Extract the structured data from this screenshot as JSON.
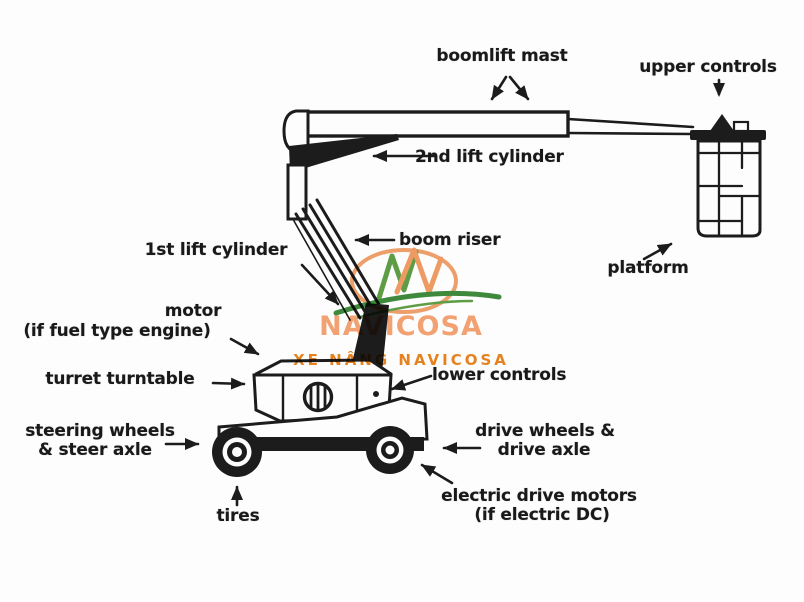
{
  "diagram": {
    "subject": "articulating boom lift parts",
    "labels": {
      "boomlift_mast": "boomlift mast",
      "upper_controls": "upper controls",
      "second_lift_cylinder": "2nd lift cylinder",
      "boom_riser": "boom riser",
      "first_lift_cylinder": "1st lift cylinder",
      "platform": "platform",
      "motor": "motor",
      "motor_note": "(if fuel type engine)",
      "turret_turntable": "turret turntable",
      "lower_controls": "lower controls",
      "steering_wheels": "steering wheels",
      "steer_axle": "& steer axle",
      "tires": "tires",
      "drive_wheels": "drive wheels &",
      "drive_axle": "drive axle",
      "electric_drive_motors": "electric drive motors",
      "electric_note": "(if electric DC)"
    },
    "colors": {
      "line_ink": "#1c1c1c",
      "background": "#fdfdfd"
    }
  },
  "watermark": {
    "name": "NAVICOSA",
    "tagline": "XE NÂNG NAVICOSA",
    "colors": {
      "name_peach": "#f3a273",
      "tagline_orange": "#e8831d",
      "ring_orange": "#efa06c",
      "logo_green": "#5f9e46",
      "swoosh_green": "#3f8a3c"
    }
  }
}
